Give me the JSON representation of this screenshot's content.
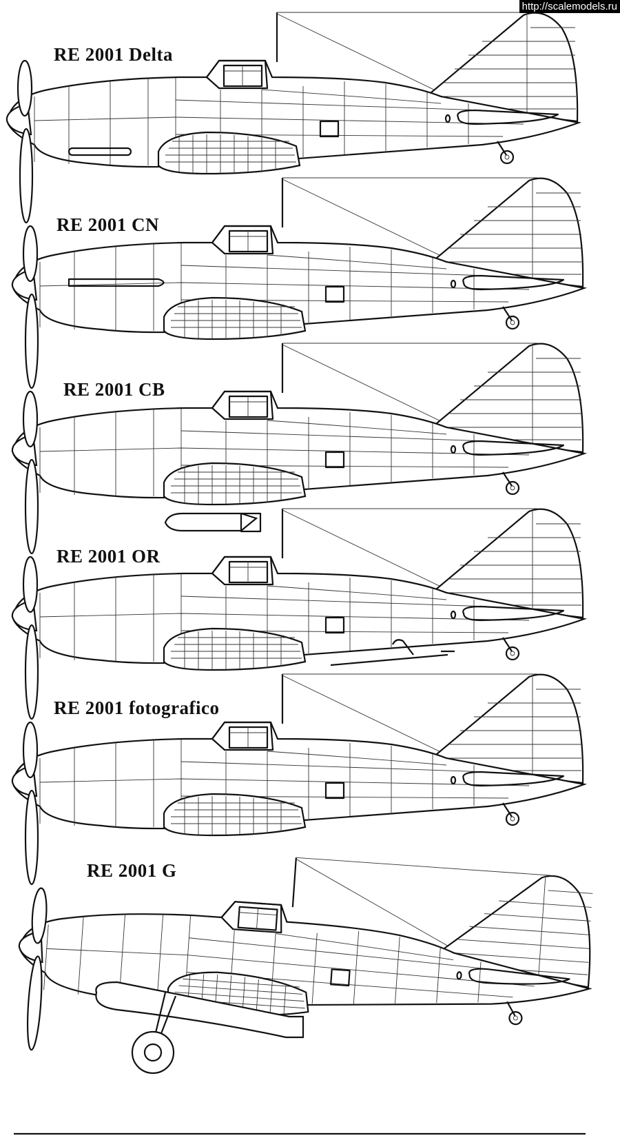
{
  "watermark": "http://scalemodels.ru",
  "variants": [
    {
      "label": "RE 2001 Delta"
    },
    {
      "label": "RE 2001 CN"
    },
    {
      "label": "RE 2001 CB"
    },
    {
      "label": "RE 2001 OR"
    },
    {
      "label": "RE 2001 fotografico"
    },
    {
      "label": "RE 2001 G"
    }
  ]
}
